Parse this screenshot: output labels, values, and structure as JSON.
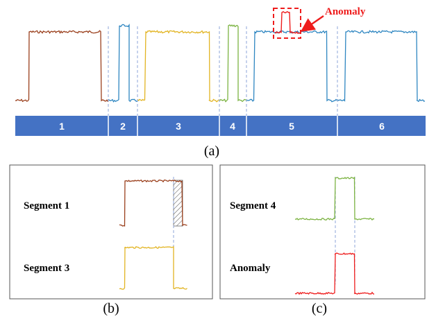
{
  "colors": {
    "seg1": "#9a3f1c",
    "seg2": "#2e86c1",
    "seg3": "#e2b422",
    "seg4": "#7cb342",
    "seg5": "#2e86c1",
    "seg6": "#2e86c1",
    "anomaly": "#ee1c1c",
    "bar_fill": "#4472c4",
    "divider": "#8ea4d8",
    "panel_border": "#555555"
  },
  "annotation": {
    "label": "Anomaly"
  },
  "segment_bar": {
    "labels": [
      "1",
      "2",
      "3",
      "4",
      "5",
      "6"
    ]
  },
  "panels": {
    "a": {
      "caption": "(a)"
    },
    "b": {
      "caption": "(b)",
      "rows": [
        {
          "label": "Segment 1"
        },
        {
          "label": "Segment 3"
        }
      ]
    },
    "c": {
      "caption": "(c)",
      "rows": [
        {
          "label": "Segment 4"
        },
        {
          "label": "Anomaly"
        }
      ]
    }
  }
}
